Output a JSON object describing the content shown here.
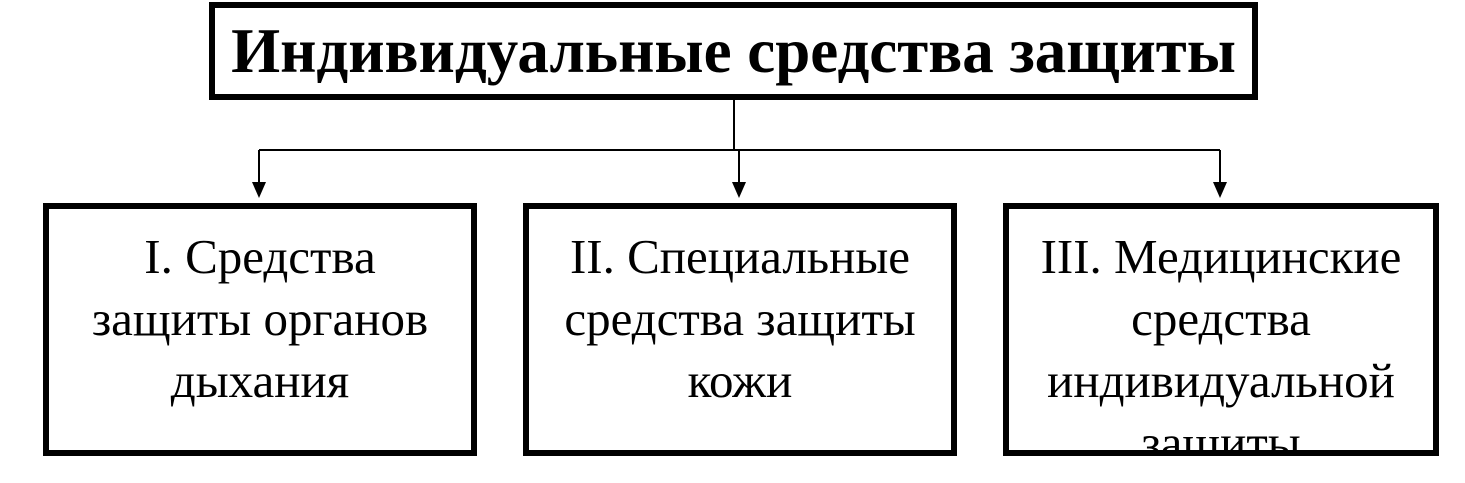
{
  "title": "Индивидуальные средства защиты",
  "children": [
    {
      "lines": [
        "I. Средства",
        "защиты органов",
        "дыхания"
      ]
    },
    {
      "lines": [
        "II. Специальные",
        "средства защиты",
        "кожи"
      ]
    },
    {
      "lines": [
        "III. Медицинские",
        "средства",
        "индивидуальной",
        "защиты"
      ]
    }
  ],
  "colors": {
    "border": "#000000",
    "background": "#ffffff",
    "text": "#000000"
  }
}
